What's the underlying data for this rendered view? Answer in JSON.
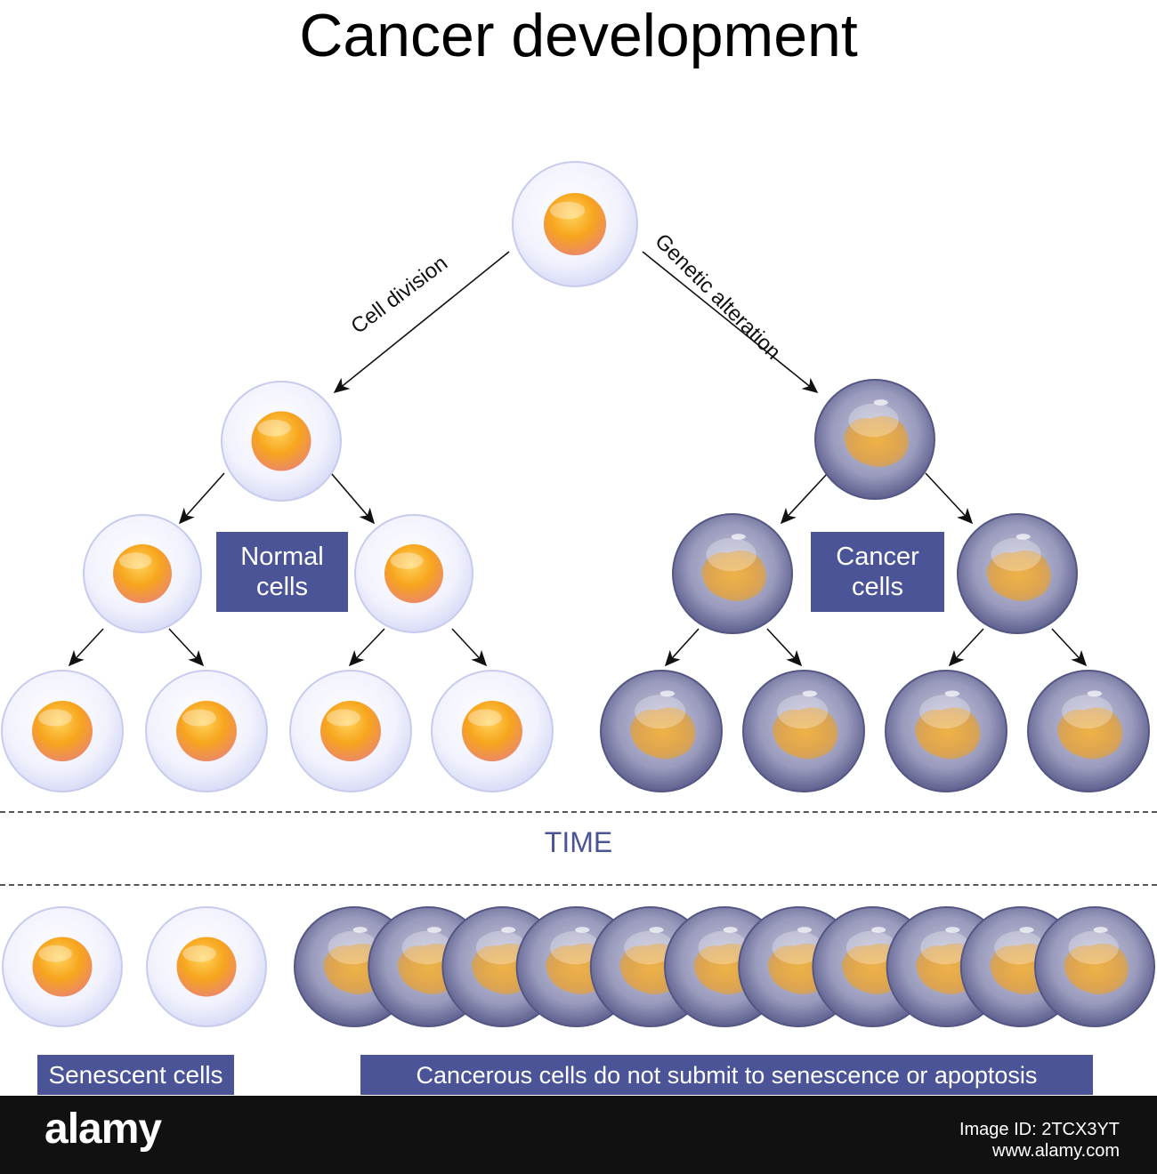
{
  "title": "Cancer development",
  "labels": {
    "cell_division": "Cell division",
    "genetic_alteration": "Genetic alteration",
    "normal_cells": [
      "Normal",
      "cells"
    ],
    "cancer_cells": [
      "Cancer",
      "cells"
    ],
    "time": "TIME",
    "senescent_cells": "Senescent cells",
    "cancerous_note": "Cancerous cells do not submit to senescence or apoptosis"
  },
  "footer": {
    "logo": "alamy",
    "image_id": "Image ID: 2TCX3YT",
    "site": "www.alamy.com"
  },
  "colors": {
    "label_box": "#4a5497",
    "normal_nucleus": "#f6a21c",
    "cancer_nucleus": "#e2a63e",
    "cancer_membrane": "#7d7fa6",
    "normal_membrane": "#e6e8fb"
  }
}
